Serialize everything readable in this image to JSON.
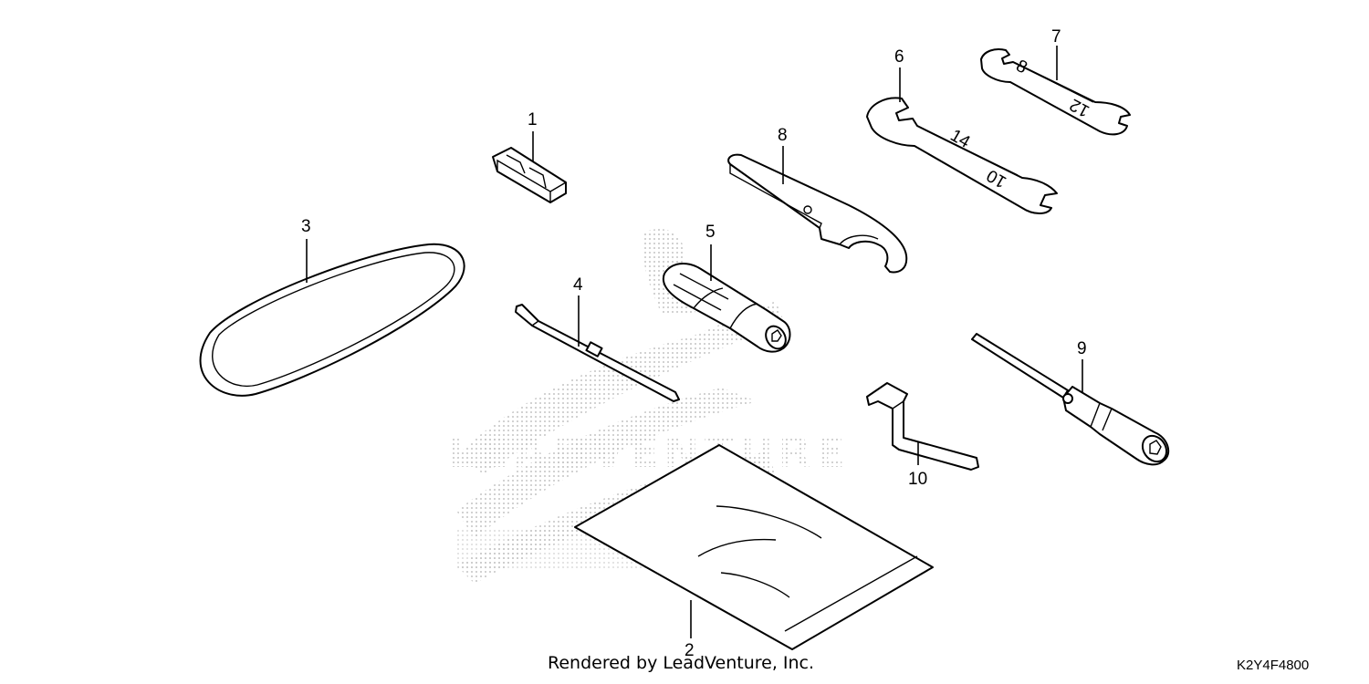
{
  "diagram": {
    "parts": [
      {
        "id": "part-1",
        "label": "1",
        "icon": "clip-icon"
      },
      {
        "id": "part-2",
        "label": "2",
        "icon": "manual-bag-icon"
      },
      {
        "id": "part-3",
        "label": "3",
        "icon": "belt-icon"
      },
      {
        "id": "part-4",
        "label": "4",
        "icon": "screwdriver-blade-icon"
      },
      {
        "id": "part-5",
        "label": "5",
        "icon": "screwdriver-handle-icon"
      },
      {
        "id": "part-6",
        "label": "6",
        "icon": "open-wrench-icon"
      },
      {
        "id": "part-7",
        "label": "7",
        "icon": "open-wrench-icon"
      },
      {
        "id": "part-8",
        "label": "8",
        "icon": "pin-spanner-icon"
      },
      {
        "id": "part-9",
        "label": "9",
        "icon": "plug-wrench-icon"
      },
      {
        "id": "part-10",
        "label": "10",
        "icon": "hex-key-icon"
      }
    ],
    "watermark": "LEADVENTURE",
    "credit": "Rendered by LeadVenture, Inc.",
    "diagram_code": "K2Y4F4800"
  }
}
